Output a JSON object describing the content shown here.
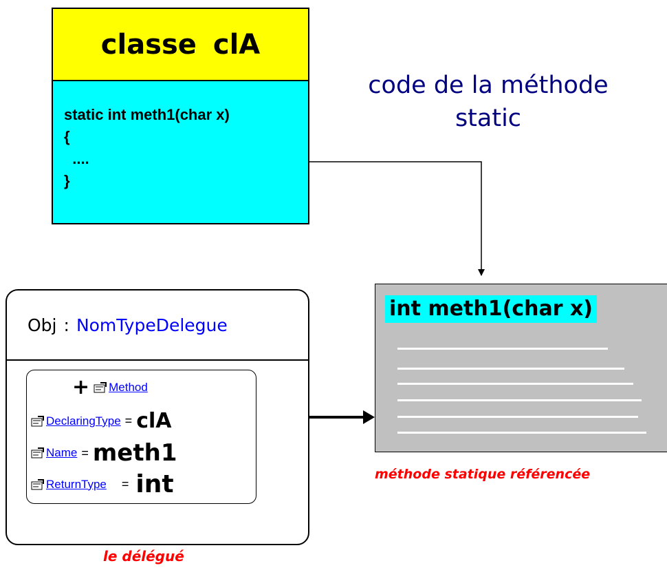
{
  "class_box": {
    "title": "classe  clA",
    "code_lines": [
      "static int meth1(char x)",
      "{",
      "  ....",
      "}"
    ],
    "colors": {
      "header": "#ffff00",
      "body": "#00ffff"
    }
  },
  "code_caption": {
    "line1": "code de la méthode",
    "line2": "static"
  },
  "delegate": {
    "object_name": "Obj",
    "separator": ":",
    "type_name": "NomTypeDelegue",
    "method_label": "Method",
    "properties": [
      {
        "name": "DeclaringType",
        "eq": "=",
        "value": "clA"
      },
      {
        "name": "Name",
        "eq": "=",
        "value": "meth1"
      },
      {
        "name": "ReturnType",
        "eq": "=",
        "value": "int"
      }
    ],
    "caption": "le délégué"
  },
  "static_method": {
    "signature": "int meth1(char x)",
    "caption": "méthode statique référencée"
  }
}
